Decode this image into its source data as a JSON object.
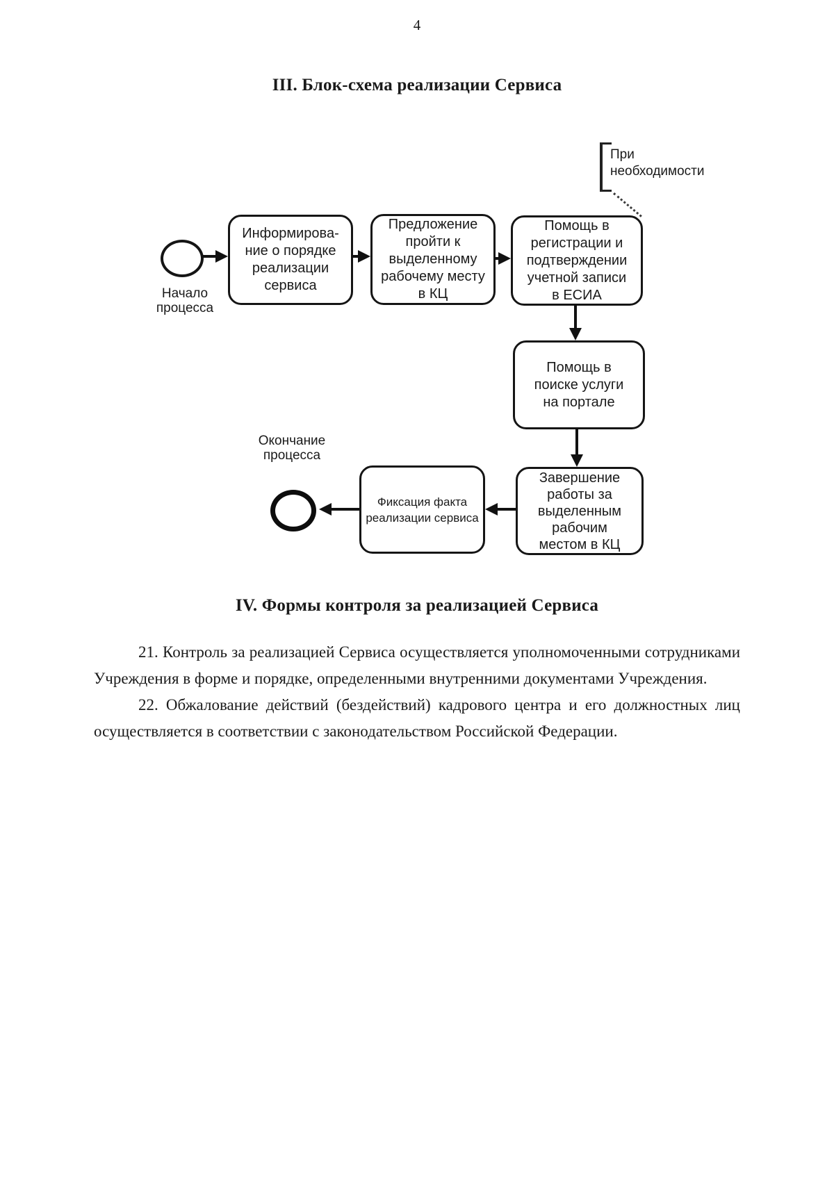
{
  "page": {
    "number": "4",
    "section3_title": "III. Блок-схема реализации Сервиса",
    "section4_title": "IV. Формы контроля за реализацией Сервиса",
    "paragraphs": [
      "21. Контроль за реализацией Сервиса осуществляется уполномоченными сотрудниками Учреждения в форме и порядке, определенными внутренними документами Учреждения.",
      "22. Обжалование действий (бездействий) кадрового центра и его должностных лиц осуществляется в соответствии с законодательством Российской Федерации."
    ]
  },
  "diagram": {
    "start_label": "Начало процесса",
    "end_label": "Окончание процесса",
    "condition_label": "При необходимости",
    "ink_color": "#1a1a1a",
    "boxes": [
      {
        "id": "inform",
        "text": "Информирова-\nние о порядке\nреализации\nсервиса"
      },
      {
        "id": "invite",
        "text": "Предложение\nпройти к\nвыделенному\nрабочему месту\nв КЦ"
      },
      {
        "id": "esia-help",
        "text": "Помощь в\nрегистрации и\nподтверждении\nучетной записи\nв ЕСИА"
      },
      {
        "id": "portal-help",
        "text": "Помощь в\nпоиске услуги\nна портале"
      },
      {
        "id": "fixation",
        "text": "Фиксация факта\nреализации сервиса"
      },
      {
        "id": "finish-work",
        "text": "Завершение\nработы за\nвыделенным\nрабочим\nместом в КЦ"
      }
    ]
  }
}
